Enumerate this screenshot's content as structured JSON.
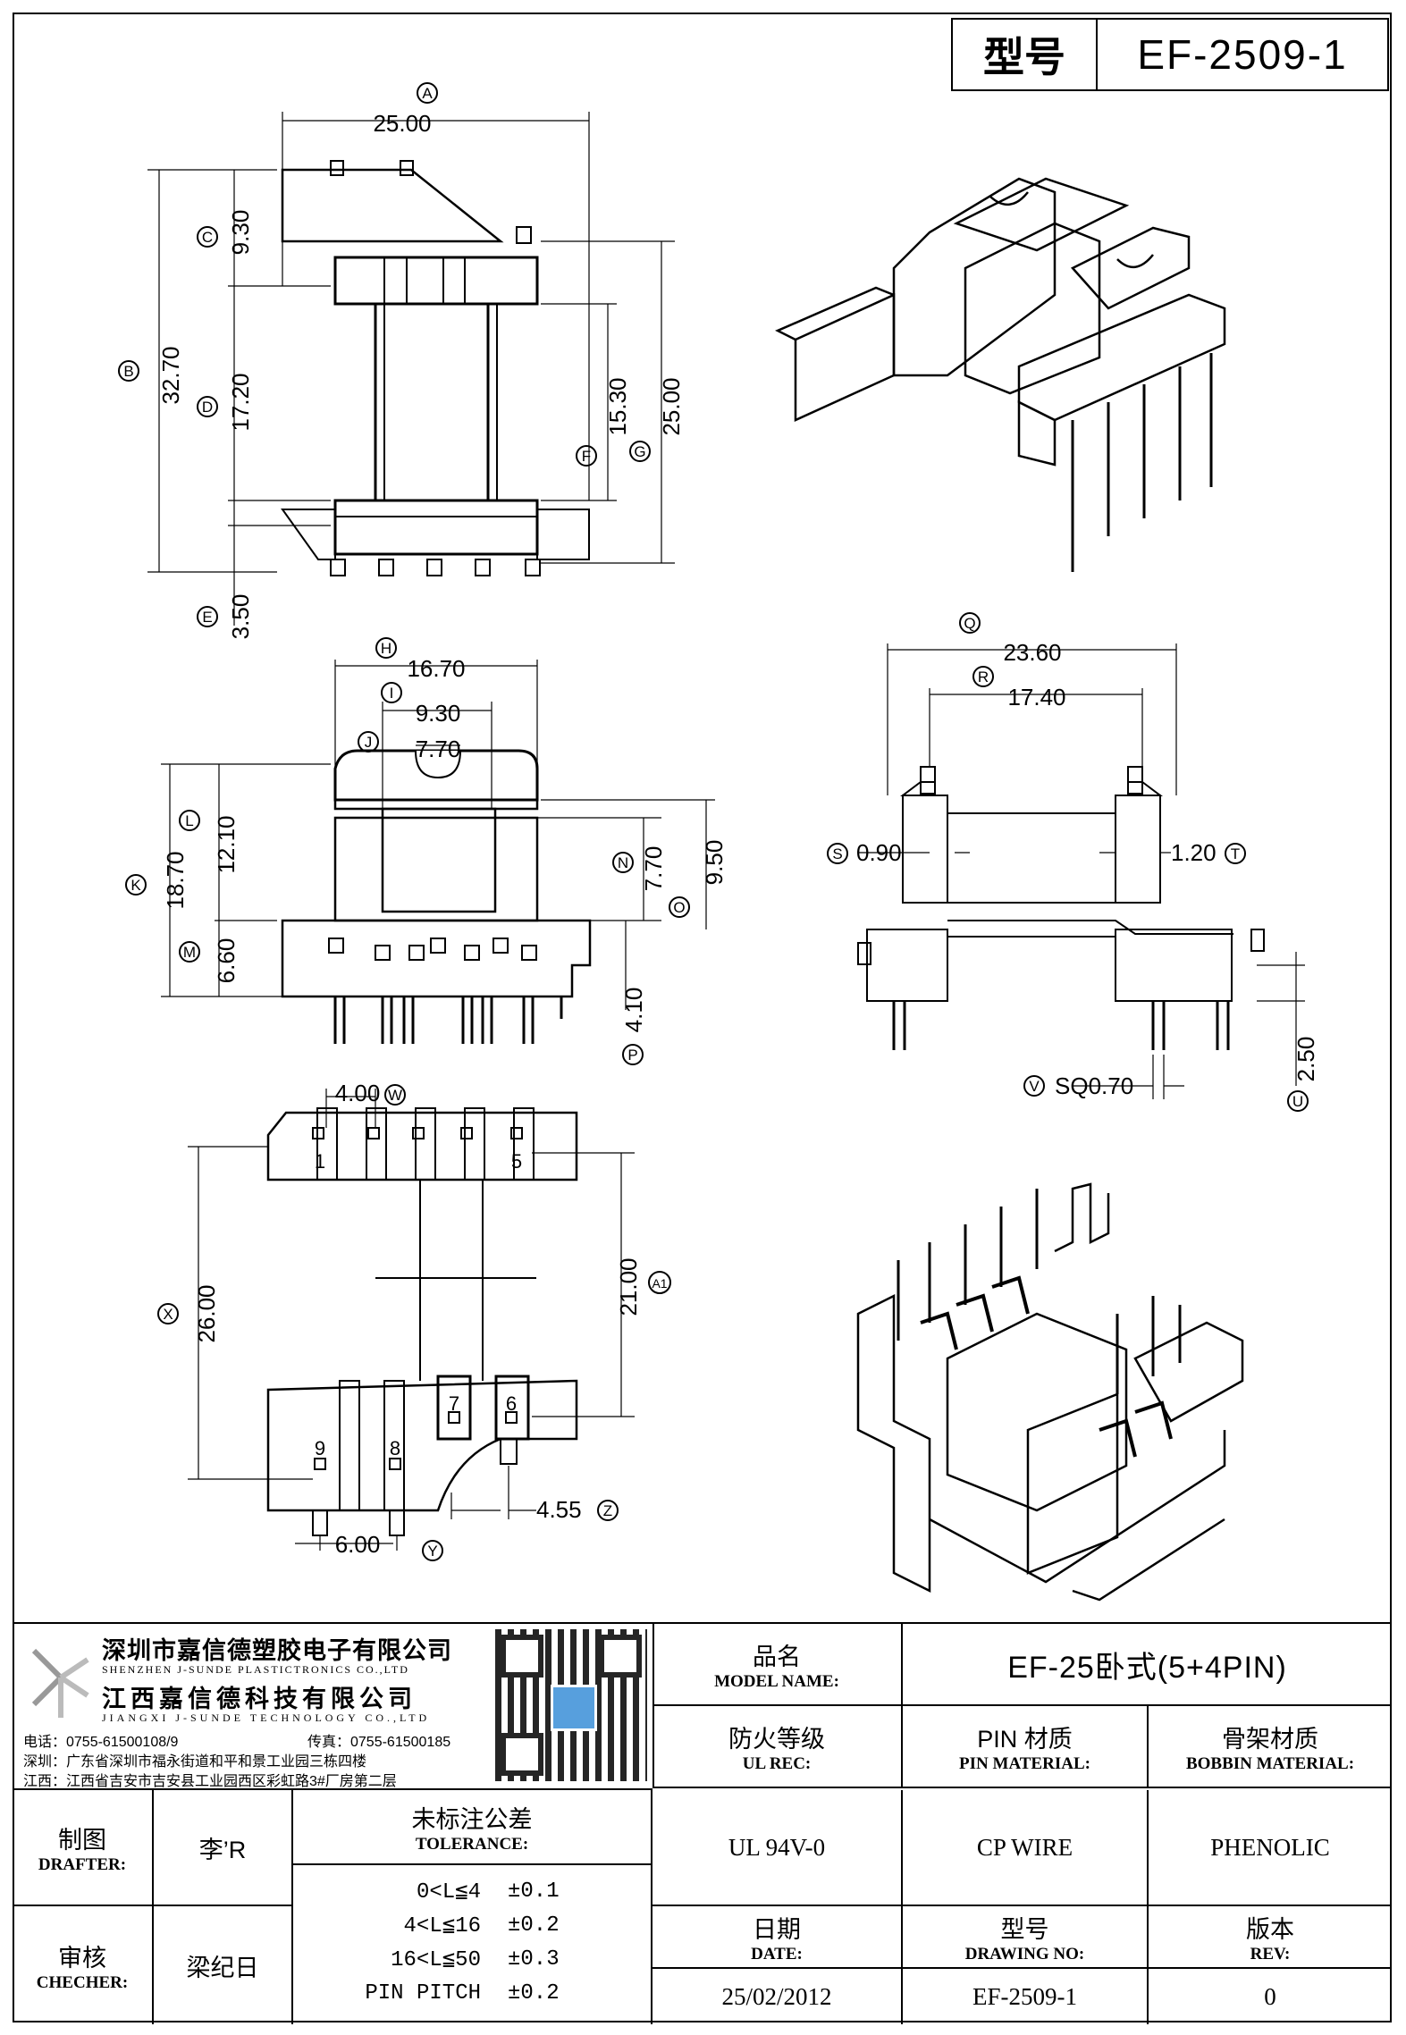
{
  "header": {
    "label": "型号",
    "model": "EF-2509-1"
  },
  "dimensions": {
    "A": "25.00",
    "B": "32.70",
    "C": "9.30",
    "D": "17.20",
    "E": "3.50",
    "F": "15.30",
    "G": "25.00",
    "H": "16.70",
    "I": "9.30",
    "J": "7.70",
    "K": "18.70",
    "L": "12.10",
    "M": "6.60",
    "N": "7.70",
    "O": "9.50",
    "P": "4.10",
    "Q": "23.60",
    "R": "17.40",
    "S": "0.90",
    "T": "1.20",
    "U": "2.50",
    "V": "SQ0.70",
    "W": "4.00",
    "X": "26.00",
    "A1": "21.00",
    "Y": "6.00",
    "Z": "4.55"
  },
  "pin_numbers": {
    "p1": "1",
    "p5": "5",
    "p6": "6",
    "p7": "7",
    "p8": "8",
    "p9": "9"
  },
  "company": {
    "name_cn1": "深圳市嘉信德塑胶电子有限公司",
    "name_en1": "SHENZHEN J-SUNDE PLASTICTRONICS CO.,LTD",
    "name_cn2": "江西嘉信德科技有限公司",
    "name_en2": "JIANGXI J-SUNDE TECHNOLOGY CO.,LTD",
    "phone": "电话：0755-61500108/9",
    "fax": "传真：0755-61500185",
    "addr_sz": "深圳：广东省深圳市福永街道和平和景工业园三栋四楼",
    "addr_jx": "江西：江西省吉安市吉安县工业园西区彩虹路3#厂房第二层"
  },
  "title_block": {
    "model_name_cn": "品名",
    "model_name_en": "MODEL NAME:",
    "model_name_value": "EF-25卧式(5+4PIN)",
    "ul_cn": "防火等级",
    "ul_en": "UL REC:",
    "ul_value": "UL 94V-0",
    "pin_cn": "PIN 材质",
    "pin_en": "PIN MATERIAL:",
    "pin_value": "CP WIRE",
    "bobbin_cn": "骨架材质",
    "bobbin_en": "BOBBIN MATERIAL:",
    "bobbin_value": "PHENOLIC",
    "drafter_cn": "制图",
    "drafter_en": "DRAFTER:",
    "drafter_value": "李’R",
    "checker_cn": "审核",
    "checker_en": "CHECHER:",
    "checker_value": "梁纪日",
    "tolerance_cn": "未标注公差",
    "tolerance_en": "TOLERANCE:",
    "tolerances": [
      {
        "range": "0<L≦4",
        "value": "±0.1"
      },
      {
        "range": "4<L≦16",
        "value": "±0.2"
      },
      {
        "range": "16<L≦50",
        "value": "±0.3"
      },
      {
        "range": "PIN PITCH",
        "value": "±0.2"
      }
    ],
    "date_cn": "日期",
    "date_en": "DATE:",
    "date_value": "25/02/2012",
    "drawing_cn": "型号",
    "drawing_en": "DRAWING NO:",
    "drawing_value": "EF-2509-1",
    "rev_cn": "版本",
    "rev_en": "REV:",
    "rev_value": "0"
  }
}
